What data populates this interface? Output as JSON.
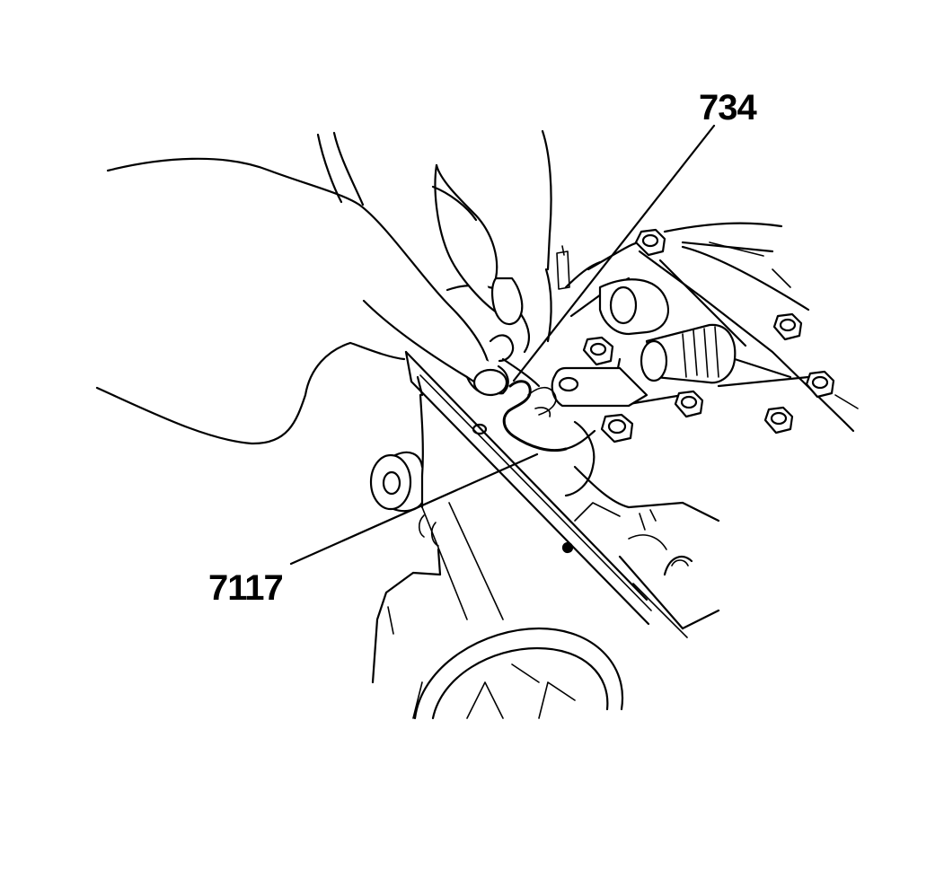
{
  "callouts": [
    {
      "id": "wire-loop-ref",
      "text": "734"
    },
    {
      "id": "tool-ref",
      "text": "7117"
    }
  ]
}
